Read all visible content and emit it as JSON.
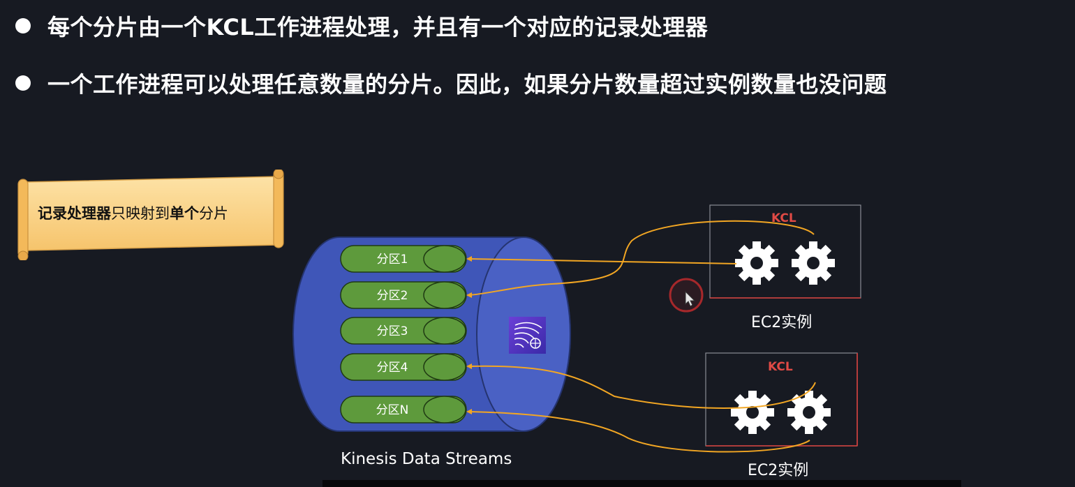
{
  "bullets": [
    {
      "text": "每个分片由一个KCL工作进程处理，并且有一个对应的记录处理器"
    },
    {
      "text": "一个工作进程可以处理任意数量的分片。因此，如果分片数量超过实例数量也没问题"
    }
  ],
  "note": {
    "part1_bold": "记录处理器",
    "part2": "只映射到",
    "part3_bold": "单个",
    "part4": "分片"
  },
  "stream": {
    "label": "Kinesis Data Streams",
    "icon": "kinesis-data-streams-icon",
    "shards": [
      {
        "label": "分区1"
      },
      {
        "label": "分区2"
      },
      {
        "label": "分区3"
      },
      {
        "label": "分区4"
      },
      {
        "label": "分区N"
      }
    ]
  },
  "instances": [
    {
      "kcl_label": "KCL",
      "caption": "EC2实例",
      "workers": [
        "gear-icon",
        "gear-icon"
      ]
    },
    {
      "kcl_label": "KCL",
      "caption": "EC2实例",
      "workers": [
        "gear-icon",
        "gear-icon"
      ]
    }
  ],
  "colors": {
    "background": "#171a22",
    "stream_blue": "#3f56b8",
    "shard_green": "#5e9a3c",
    "kcl_red": "#e04a45",
    "note_yellow": "#fbd48a",
    "arrow_orange": "#f2a623"
  }
}
